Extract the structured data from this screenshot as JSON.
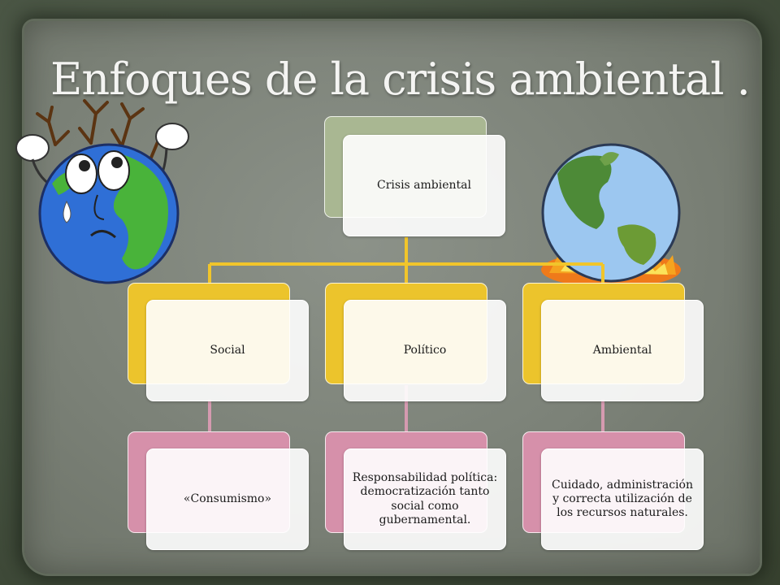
{
  "slide": {
    "title": "Enfoques de la crisis ambiental ."
  },
  "diagram": {
    "root": {
      "label": "Crisis ambiental"
    },
    "branches": [
      {
        "label": "Social",
        "detail": "«Consumismo»"
      },
      {
        "label": "Político",
        "detail": "Responsabilidad política: democratización tanto social como gubernamental."
      },
      {
        "label": "Ambiental",
        "detail": "Cuidado, administración y correcta utilización de los recursos naturales."
      }
    ]
  },
  "illustrations": {
    "left": "worried-earth-icon",
    "right": "burning-earth-icon"
  },
  "colors": {
    "connector_primary": "#f1c52b",
    "connector_secondary": "#d59ab0",
    "root_back": "#a9b792",
    "level1_back": "#ecc42c",
    "level2_back": "#d690aa"
  }
}
